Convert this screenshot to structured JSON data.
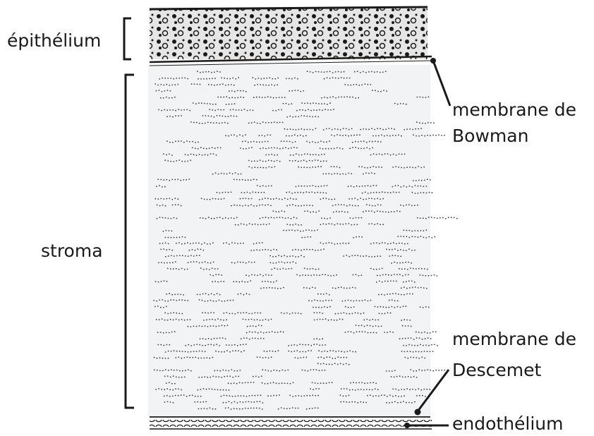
{
  "labels": {
    "epithelium": "épithélium",
    "stroma": "stroma",
    "bowman_line1": "membrane de",
    "bowman_line2": "Bowman",
    "descemet_line1": "membrane de",
    "descemet_line2": "Descemet",
    "endothelium": "endothélium"
  },
  "colors": {
    "ink": "#1a1a1a",
    "tissue_fill": "#f2f3f4",
    "epithelium_fill": "#d9d9d9"
  }
}
